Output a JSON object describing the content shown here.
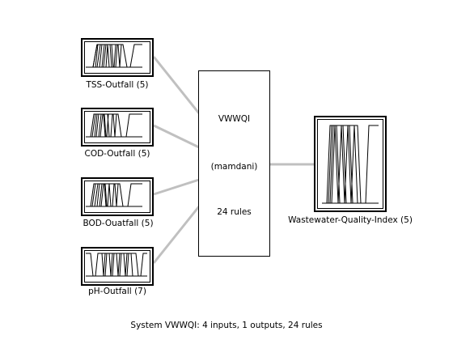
{
  "inputs": [
    {
      "name": "TSS-Outfall",
      "mf_count": "(5)"
    },
    {
      "name": "COD-Outfall",
      "mf_count": "(5)"
    },
    {
      "name": "BOD-Ouatfall",
      "mf_count": "(5)"
    },
    {
      "name": "pH-Outfall",
      "mf_count": "(7)"
    }
  ],
  "output": {
    "name": "Wastewater-Quality-Index",
    "mf_count": "(5)"
  },
  "system": {
    "name": "VWWQI",
    "type": "(mamdani)",
    "rules": "24 rules"
  },
  "footer": "System VWWQI: 4 inputs, 1 outputs, 24 rules",
  "colors": {
    "wire": "#c0c0c0",
    "border": "#000000",
    "background": "#ffffff"
  }
}
